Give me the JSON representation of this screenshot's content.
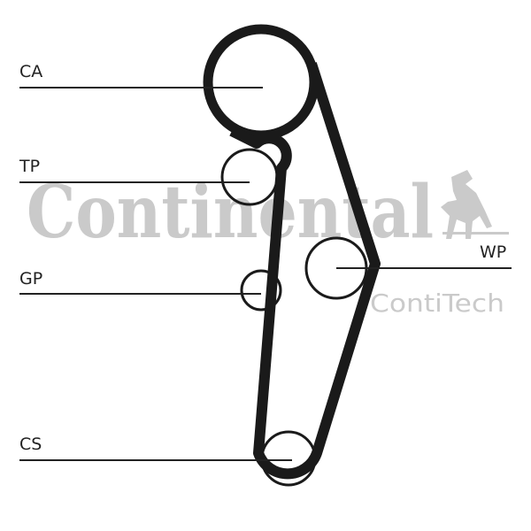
{
  "labels": {
    "ca": "CA",
    "tp": "TP",
    "gp": "GP",
    "wp": "WP",
    "cs": "CS"
  },
  "watermark": {
    "brand": "Continental",
    "sub": "ContiTech"
  },
  "colors": {
    "belt": "#1a1a1a",
    "watermark": "#c8c8c8"
  }
}
